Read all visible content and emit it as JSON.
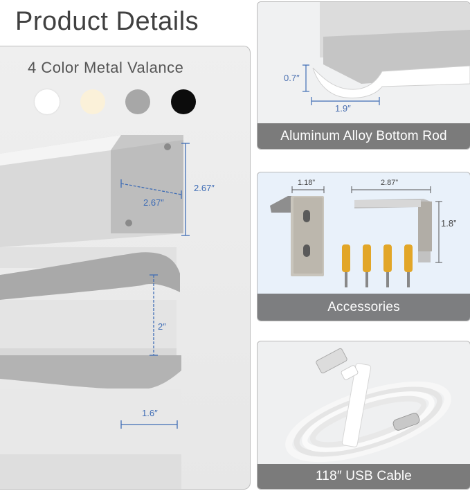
{
  "page": {
    "title": "Product Details"
  },
  "valance": {
    "heading": "4 Color Metal Valance",
    "swatches": [
      {
        "name": "white",
        "color": "#ffffff"
      },
      {
        "name": "cream",
        "color": "#fbf1d9"
      },
      {
        "name": "gray",
        "color": "#a7a7a7"
      },
      {
        "name": "black",
        "color": "#0c0c0c"
      }
    ],
    "dims": {
      "height": "2.67″",
      "depth": "2.67″",
      "vane_gap": "2″",
      "vane_depth": "1.6″"
    }
  },
  "bottom_rod": {
    "caption": "Aluminum Alloy Bottom Rod",
    "height": "0.7″",
    "width": "1.9″"
  },
  "accessories": {
    "caption": "Accessories",
    "bracket_width": "1.18”",
    "clip_width": "2.87”",
    "clip_height": "1.8”"
  },
  "usb": {
    "caption": "118″ USB Cable"
  }
}
